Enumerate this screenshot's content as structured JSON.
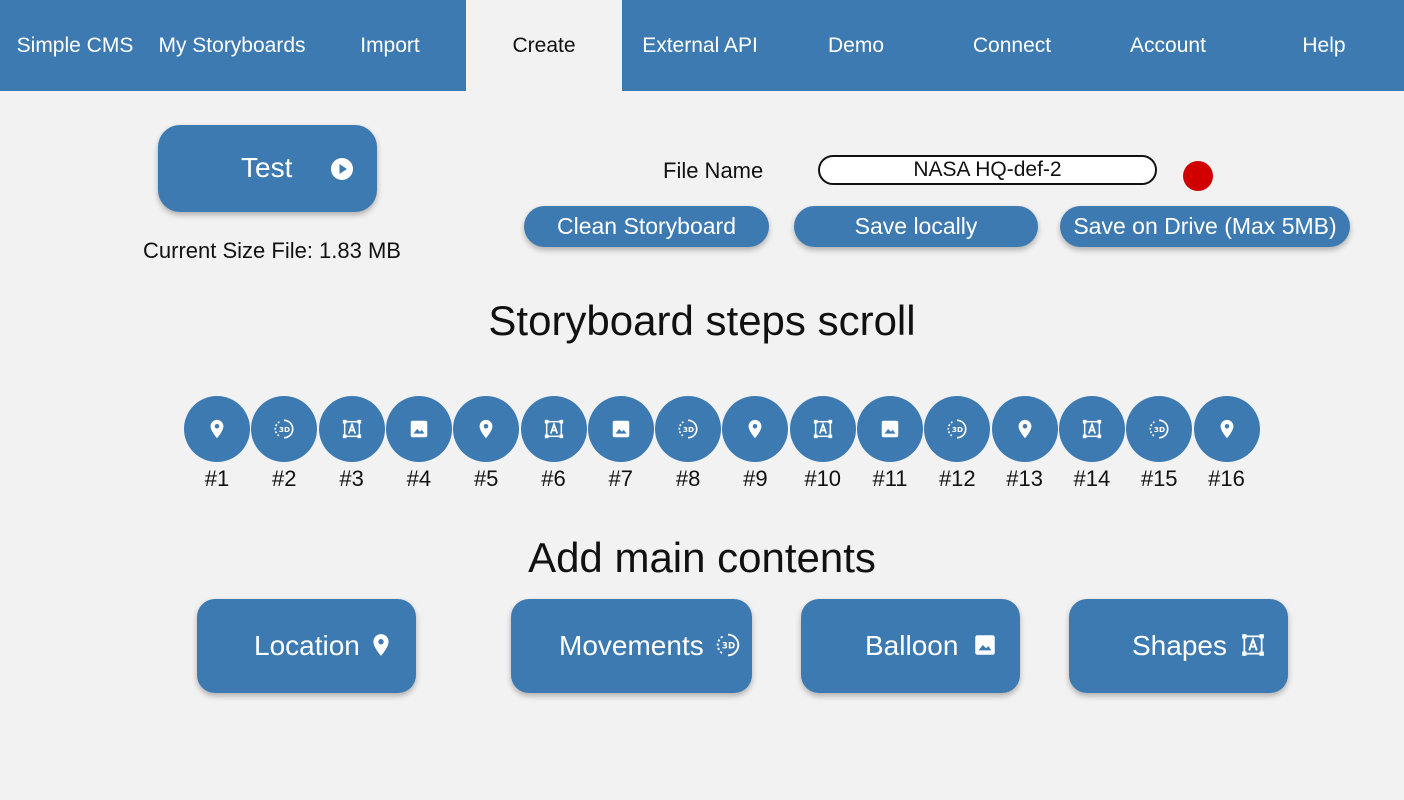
{
  "nav": {
    "tabs": [
      {
        "label": "Simple CMS",
        "name": "tab-simple-cms",
        "active": false
      },
      {
        "label": "My Storyboards",
        "name": "tab-my-storyboards",
        "active": false
      },
      {
        "label": "Import",
        "name": "tab-import",
        "active": false
      },
      {
        "label": "Create",
        "name": "tab-create",
        "active": true
      },
      {
        "label": "External API",
        "name": "tab-external-api",
        "active": false
      },
      {
        "label": "Demo",
        "name": "tab-demo",
        "active": false
      },
      {
        "label": "Connect",
        "name": "tab-connect",
        "active": false
      },
      {
        "label": "Account",
        "name": "tab-account",
        "active": false
      },
      {
        "label": "Help",
        "name": "tab-help",
        "active": false
      }
    ]
  },
  "test_button": {
    "label": "Test",
    "icon": "play-circle-icon"
  },
  "size": {
    "label": "Current Size File:",
    "value": "1.83 MB",
    "text": "Current Size File:  1.83 MB"
  },
  "file": {
    "label": "File Name",
    "value": "NASA HQ-def-2",
    "status_color": "#d10000"
  },
  "actions": {
    "clean": "Clean Storyboard",
    "save_local": "Save locally",
    "save_drive": "Save on Drive (Max 5MB)"
  },
  "steps_title": "Storyboard steps scroll",
  "steps": [
    {
      "num": "#1",
      "icon": "location-icon"
    },
    {
      "num": "#2",
      "icon": "movement-3d-icon"
    },
    {
      "num": "#3",
      "icon": "shapes-icon"
    },
    {
      "num": "#4",
      "icon": "image-icon"
    },
    {
      "num": "#5",
      "icon": "location-icon"
    },
    {
      "num": "#6",
      "icon": "shapes-icon"
    },
    {
      "num": "#7",
      "icon": "image-icon"
    },
    {
      "num": "#8",
      "icon": "movement-3d-icon"
    },
    {
      "num": "#9",
      "icon": "location-icon"
    },
    {
      "num": "#10",
      "icon": "shapes-icon"
    },
    {
      "num": "#11",
      "icon": "image-icon"
    },
    {
      "num": "#12",
      "icon": "movement-3d-icon"
    },
    {
      "num": "#13",
      "icon": "location-icon"
    },
    {
      "num": "#14",
      "icon": "shapes-icon"
    },
    {
      "num": "#15",
      "icon": "movement-3d-icon"
    },
    {
      "num": "#16",
      "icon": "location-icon"
    }
  ],
  "add_title": "Add main contents",
  "add_buttons": {
    "location": {
      "label": "Location",
      "icon": "location-icon"
    },
    "movements": {
      "label": "Movements",
      "icon": "movement-3d-icon"
    },
    "balloon": {
      "label": "Balloon",
      "icon": "image-icon"
    },
    "shapes": {
      "label": "Shapes",
      "icon": "shapes-icon"
    }
  },
  "colors": {
    "primary": "#3d7ab1",
    "background": "#f2f2f2",
    "status": "#d10000"
  }
}
